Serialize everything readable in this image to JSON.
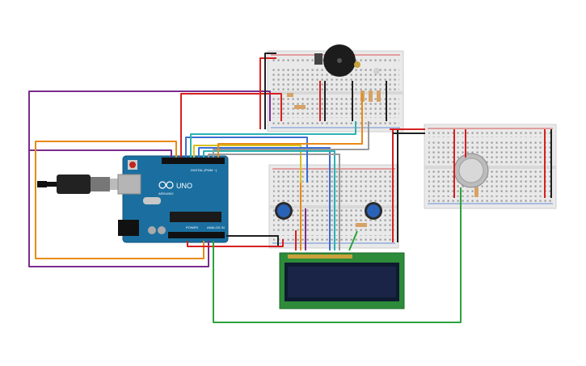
{
  "arduino": {
    "brand": "ARDUINO",
    "model": "UNO",
    "digital_label": "DIGITAL (PWM ~)",
    "power_label": "POWER",
    "analog_label": "ANALOG IN"
  },
  "colors": {
    "board": "#1b6fa0",
    "breadboard": "#e9e9e9",
    "lcd_pcb": "#2e8b3a",
    "lcd_screen": "#1a2447",
    "wire_red": "#d62020",
    "wire_black": "#202020",
    "wire_orange": "#e88a17",
    "wire_purple": "#7b2c8c",
    "wire_green": "#2aa33a",
    "wire_blue": "#3b6fd1",
    "wire_yellow": "#d8c21c",
    "wire_gray": "#9a9a9a",
    "wire_teal": "#2bb3b3"
  },
  "components": [
    "arduino-uno",
    "usb-cable",
    "breadboard-top",
    "breadboard-middle",
    "breadboard-right",
    "piezo-buzzer",
    "potentiometer-left",
    "potentiometer-right",
    "gas-sensor",
    "lcd-16x2"
  ]
}
